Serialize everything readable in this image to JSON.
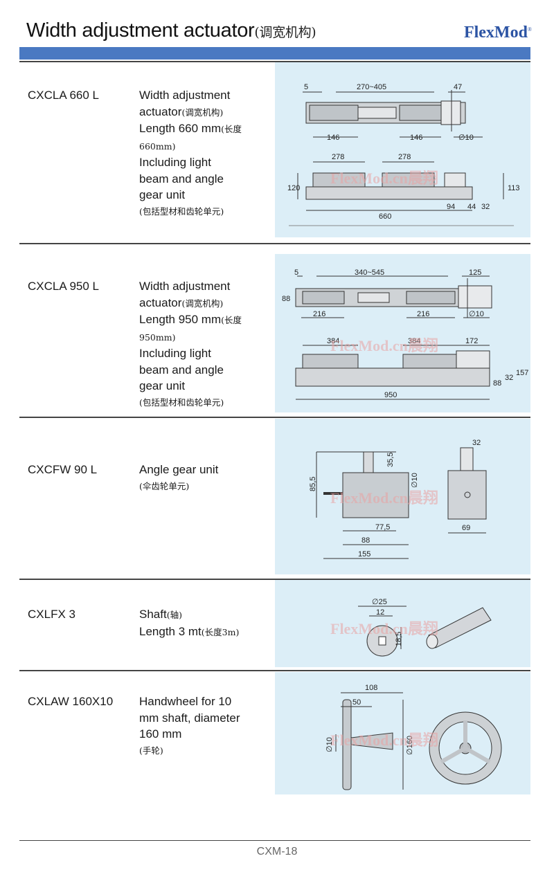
{
  "header": {
    "title": "Width adjustment actuator",
    "title_cn": "(调宽机构)",
    "brand": "FlexMod",
    "brand_mark": "®"
  },
  "watermark": "FlexMod.cn晨翔",
  "items": [
    {
      "code": "CXCLA 660  L",
      "lines": [
        "Width adjustment",
        "actuator",
        "Length 660 mm",
        "Including light",
        "beam and angle",
        "gear unit"
      ],
      "cn": [
        "(调宽机构)",
        "(长度660mm)",
        "(包括型材和齿轮单元)"
      ],
      "dims": {
        "a": "5",
        "b": "270~405",
        "c": "47",
        "d": "146",
        "e": "146",
        "f": "∅10",
        "g": "278",
        "h": "278",
        "i": "120",
        "j": "113",
        "k": "94",
        "l": "44",
        "m": "32",
        "n": "660"
      }
    },
    {
      "code": "CXCLA 950  L",
      "lines": [
        "Width adjustment",
        "actuator",
        "Length 950 mm",
        "Including light",
        "beam and angle",
        "gear unit"
      ],
      "cn": [
        "(调宽机构)",
        "(长度950mm)",
        "(包括型材和齿轮单元)"
      ],
      "dims": {
        "a": "5",
        "b": "340~545",
        "c": "125",
        "d": "88",
        "e": "216",
        "f": "216",
        "g": "∅10",
        "h": "384",
        "i": "384",
        "j": "172",
        "k": "88",
        "l": "32",
        "m": "157",
        "n": "950"
      }
    },
    {
      "code": "CXCFW 90 L",
      "lines": [
        "Angle gear unit"
      ],
      "cn": [
        "(伞齿轮单元)"
      ],
      "dims": {
        "a": "32",
        "b": "35,5",
        "c": "85,5",
        "d": "∅10",
        "e": "77,5",
        "f": "69",
        "g": "88",
        "h": "155"
      }
    },
    {
      "code": "CXLFX 3",
      "lines": [
        "Shaft",
        "Length 3 mt"
      ],
      "cn": [
        "(轴)",
        "(长度3m)"
      ],
      "dims": {
        "a": "∅25",
        "b": "12",
        "c": "18,5"
      }
    },
    {
      "code": "CXLAW 160X10",
      "lines": [
        "Handwheel for 10",
        "mm shaft, diameter",
        "160 mm"
      ],
      "cn": [
        "(手轮)"
      ],
      "dims": {
        "a": "108",
        "b": "50",
        "c": "∅10",
        "d": "∅160"
      }
    }
  ],
  "footer": "CXM-18"
}
